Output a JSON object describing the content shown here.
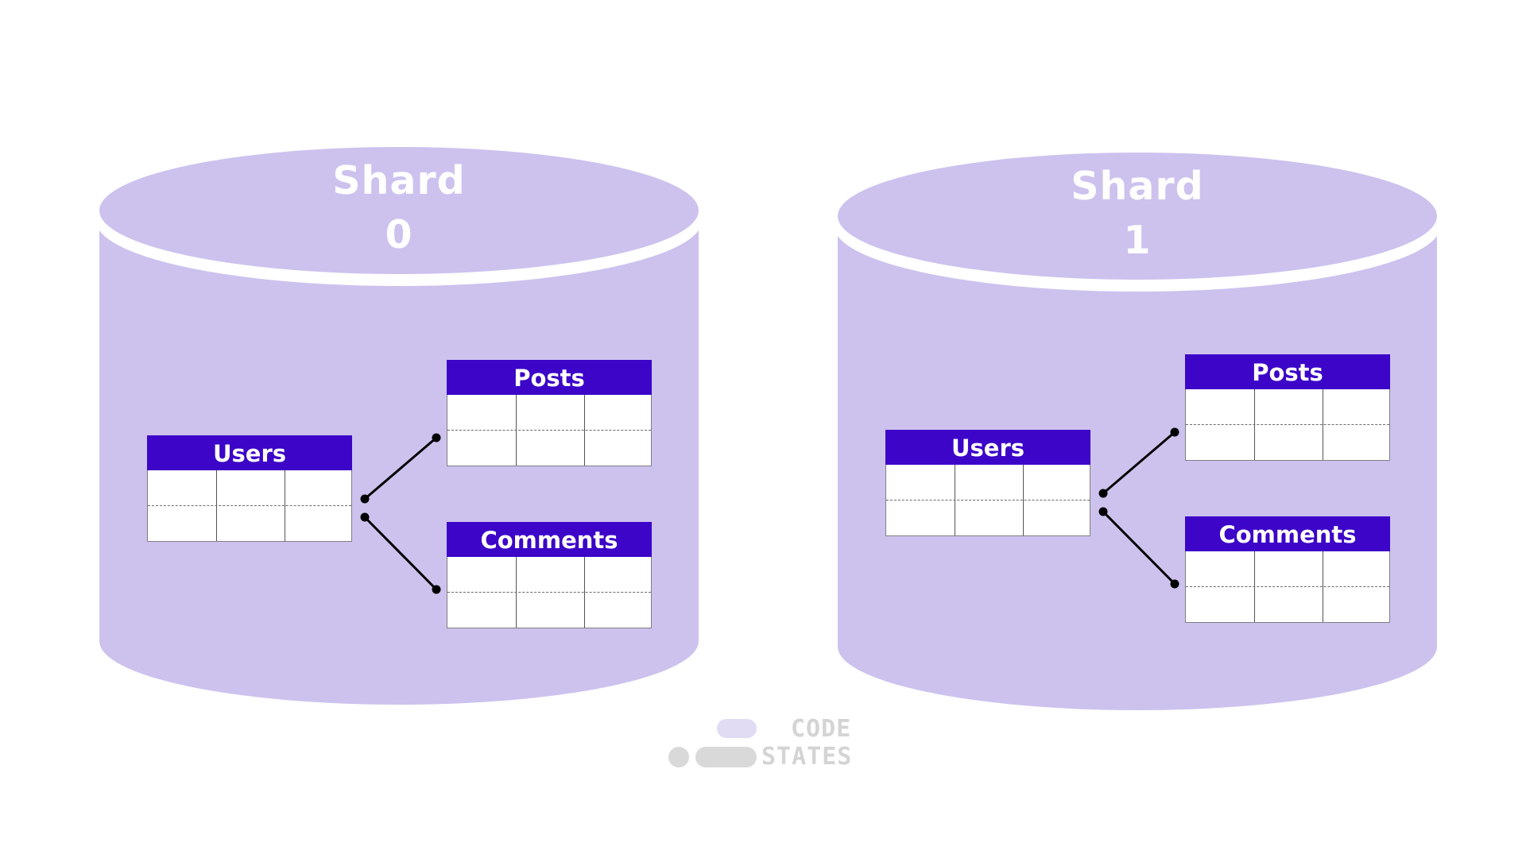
{
  "colors": {
    "shard_fill": "#cdc2ee",
    "table_header": "#3c05c8",
    "connector": "#000000",
    "logo_gray": "#d4d4d4",
    "logo_lilac": "#e2dbf4"
  },
  "shards": [
    {
      "title_line1": "Shard",
      "title_line2": "0",
      "tables": {
        "users": "Users",
        "posts": "Posts",
        "comments": "Comments"
      }
    },
    {
      "title_line1": "Shard",
      "title_line2": "1",
      "tables": {
        "users": "Users",
        "posts": "Posts",
        "comments": "Comments"
      }
    }
  ],
  "logo": {
    "line1": "CODE",
    "line2": "STATES"
  }
}
